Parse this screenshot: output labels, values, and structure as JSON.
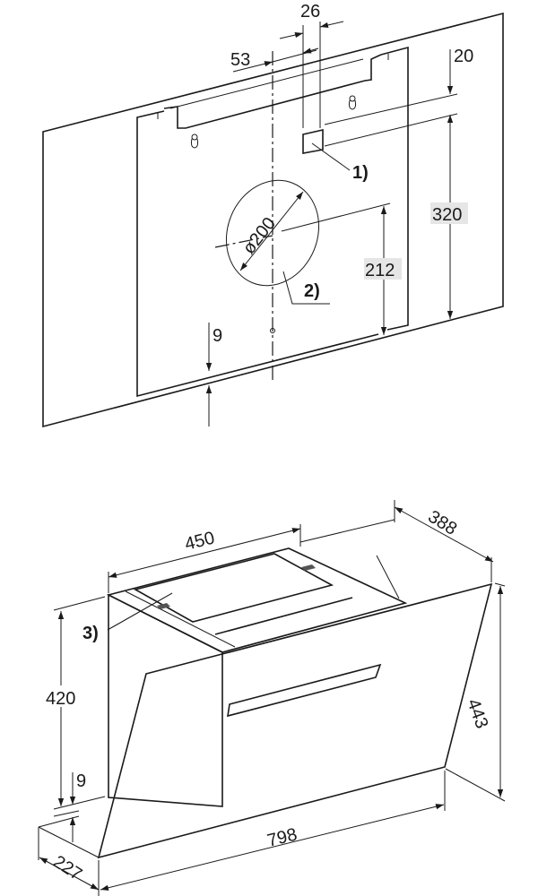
{
  "colors": {
    "panel": "#e6e6e6",
    "hole": "#cfcfcf",
    "filter": "#c8c8c8",
    "line": "#1a1a1a"
  },
  "wall_diagram": {
    "dims": {
      "d26": "26",
      "d53": "53",
      "d20": "20",
      "d320": "320",
      "d212": "212",
      "d9": "9",
      "diameter": "ø200"
    },
    "callouts": {
      "c1": "1)",
      "c2": "2)"
    }
  },
  "hood_diagram": {
    "dims": {
      "d450": "450",
      "d388": "388",
      "d420": "420",
      "d9": "9",
      "d443": "443",
      "d798": "798",
      "d227": "227"
    },
    "callouts": {
      "c3": "3)"
    }
  }
}
